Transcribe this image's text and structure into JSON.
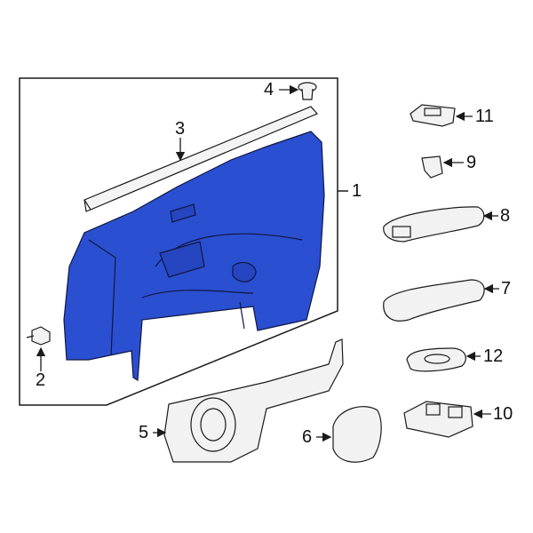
{
  "diagram": {
    "colors": {
      "highlight": "#2b4fd1",
      "line": "#1a1a1a",
      "part_fill": "#f2f2f2"
    },
    "callouts": [
      {
        "id": "1",
        "label": "1"
      },
      {
        "id": "2",
        "label": "2"
      },
      {
        "id": "3",
        "label": "3"
      },
      {
        "id": "4",
        "label": "4"
      },
      {
        "id": "5",
        "label": "5"
      },
      {
        "id": "6",
        "label": "6"
      },
      {
        "id": "7",
        "label": "7"
      },
      {
        "id": "8",
        "label": "8"
      },
      {
        "id": "9",
        "label": "9"
      },
      {
        "id": "10",
        "label": "10"
      },
      {
        "id": "11",
        "label": "11"
      },
      {
        "id": "12",
        "label": "12"
      }
    ]
  }
}
